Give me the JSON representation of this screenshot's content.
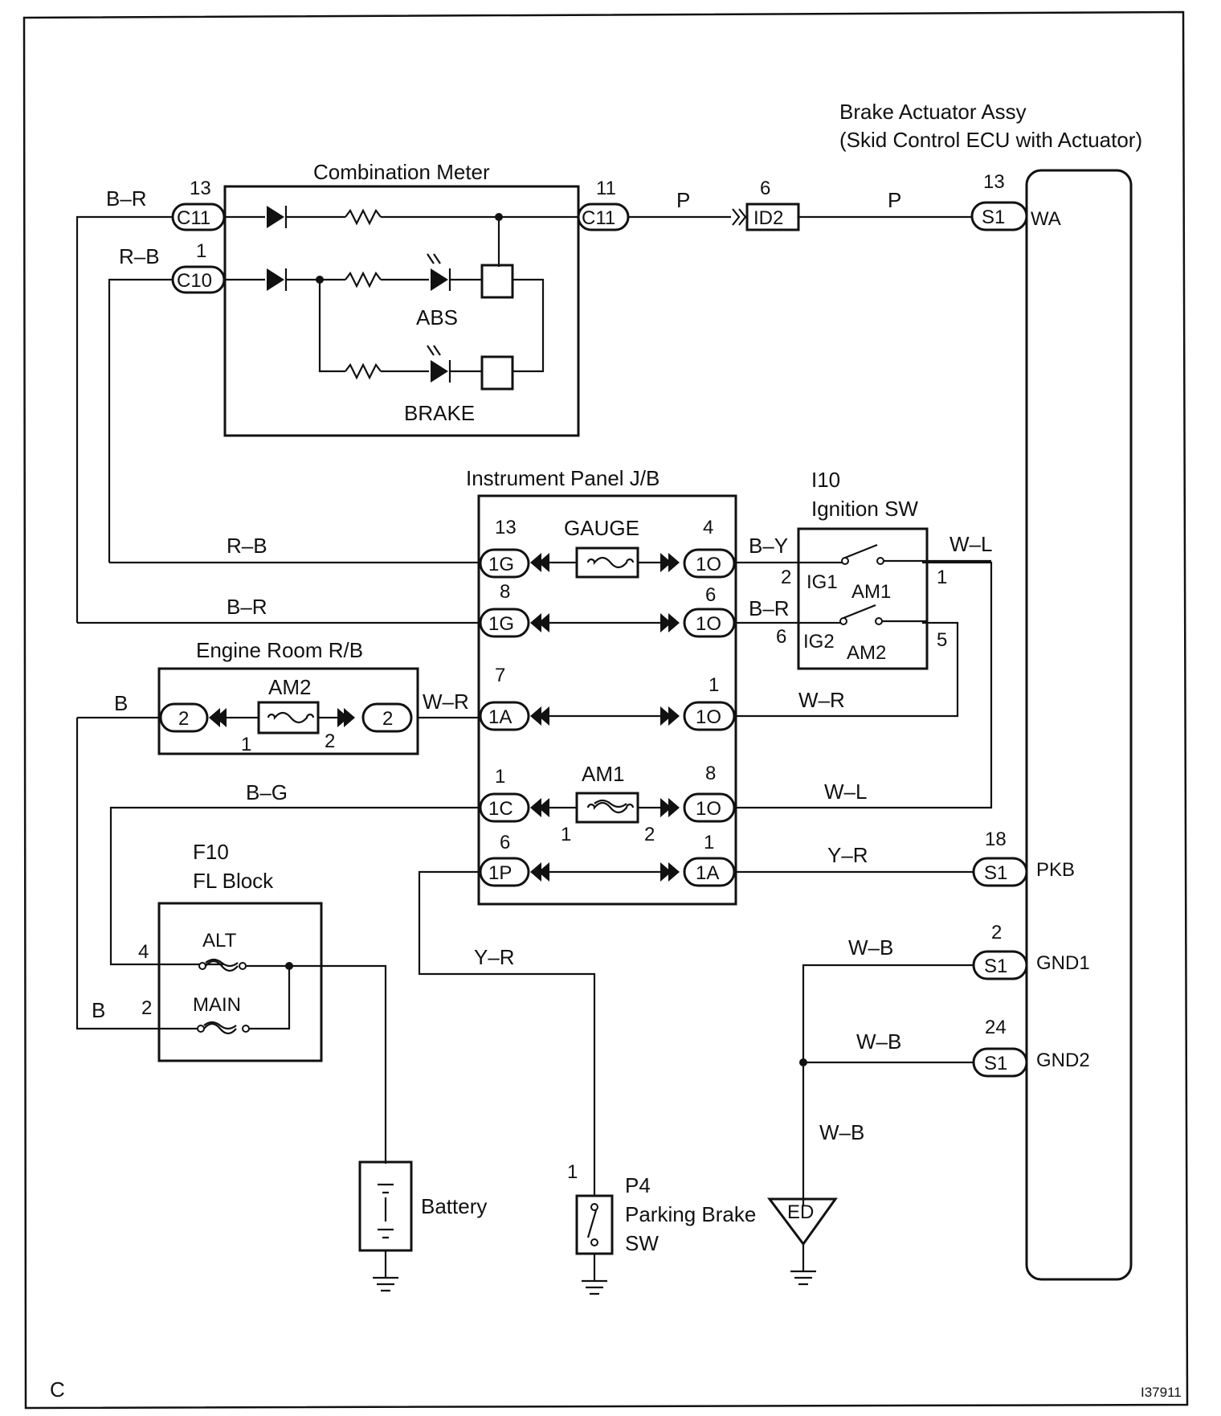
{
  "frame_letter": "C",
  "figure_id": "I37911",
  "components": {
    "brake_actuator": {
      "line1": "Brake Actuator Assy",
      "line2": "(Skid Control ECU with Actuator)"
    },
    "combination_meter": {
      "title": "Combination Meter",
      "abs_label": "ABS",
      "brake_label": "BRAKE"
    },
    "instrument_panel_jb": {
      "title": "Instrument Panel J/B",
      "gauge_fuse": "GAUGE",
      "am1_fuse": "AM1"
    },
    "ignition_sw": {
      "code": "I10",
      "title": "Ignition SW",
      "ig1": "IG1",
      "ig2": "IG2",
      "am1": "AM1",
      "am2": "AM2"
    },
    "engine_room_rb": {
      "title": "Engine Room R/B",
      "fuse": "AM2"
    },
    "fl_block": {
      "code": "F10",
      "title": "FL Block",
      "alt": "ALT",
      "main": "MAIN"
    },
    "battery": {
      "label": "Battery"
    },
    "parking_brake_sw": {
      "code": "P4",
      "line1": "Parking Brake",
      "line2": "SW"
    },
    "ground_point": {
      "label": "ED"
    }
  },
  "connectors": {
    "c11_left": {
      "id": "C11",
      "pin": "13"
    },
    "c10": {
      "id": "C10",
      "pin": "1"
    },
    "c11_right": {
      "id": "C11",
      "pin": "11"
    },
    "id2": {
      "id": "ID2",
      "pin": "6"
    },
    "s1_wa": {
      "id": "S1",
      "pin": "13",
      "terminal": "WA"
    },
    "s1_pkb": {
      "id": "S1",
      "pin": "18",
      "terminal": "PKB"
    },
    "s1_gnd1": {
      "id": "S1",
      "pin": "2",
      "terminal": "GND1"
    },
    "s1_gnd2": {
      "id": "S1",
      "pin": "24",
      "terminal": "GND2"
    },
    "jb_1g_13": {
      "id": "1G",
      "pin": "13"
    },
    "jb_1o_4": {
      "id": "1O",
      "pin": "4"
    },
    "jb_1g_8": {
      "id": "1G",
      "pin": "8"
    },
    "jb_1o_6": {
      "id": "1O",
      "pin": "6"
    },
    "jb_1a_7": {
      "id": "1A",
      "pin": "7"
    },
    "jb_1o_1": {
      "id": "1O",
      "pin": "1"
    },
    "jb_1c_1": {
      "id": "1C",
      "pin": "1"
    },
    "jb_1o_8": {
      "id": "1O",
      "pin": "8"
    },
    "jb_1p_6": {
      "id": "1P",
      "pin": "6"
    },
    "jb_1a_1": {
      "id": "1A",
      "pin": "1"
    },
    "er_left": {
      "id": "2"
    },
    "er_right": {
      "id": "2"
    }
  },
  "pins": {
    "jb_am1_left": "1",
    "jb_am1_right": "2",
    "er_fuse_left": "1",
    "er_fuse_right": "2",
    "ig_pin2": "2",
    "ig_pin6": "6",
    "ig_pin1": "1",
    "ig_pin5": "5",
    "fl_pin4": "4",
    "fl_pin2": "2",
    "pb_pin1": "1"
  },
  "wires": {
    "br_top": "B–R",
    "rb_top": "R–B",
    "p_left": "P",
    "p_right": "P",
    "rb_mid": "R–B",
    "br_mid": "B–R",
    "by": "B–Y",
    "br_ig": "B–R",
    "wl_top": "W–L",
    "b_er": "B",
    "wr_er": "W–R",
    "wr_jb": "W–R",
    "bg": "B–G",
    "wl_jb": "W–L",
    "yr_pkb": "Y–R",
    "yr_down": "Y–R",
    "b_fl": "B",
    "wb_gnd1": "W–B",
    "wb_gnd2": "W–B",
    "wb_down": "W–B"
  }
}
